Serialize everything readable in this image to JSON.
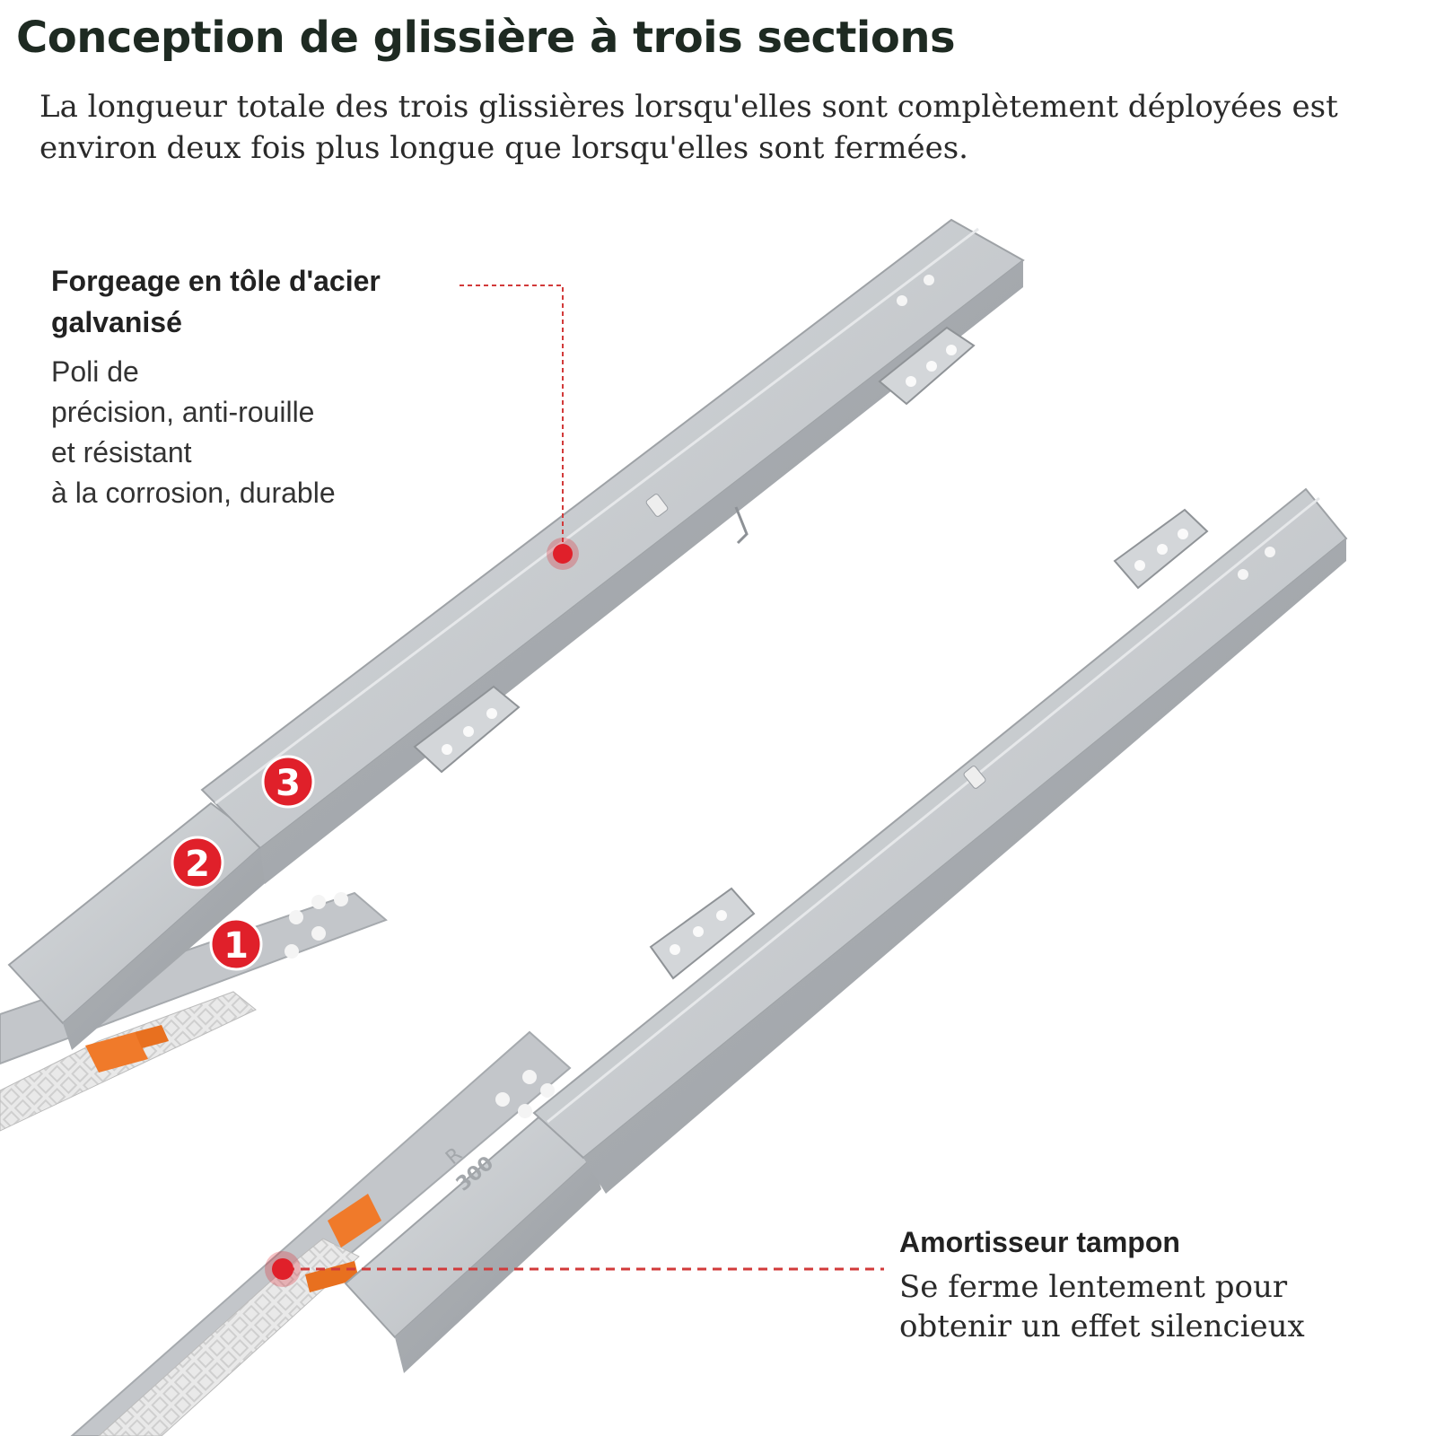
{
  "header": {
    "title": "Conception de glissière à trois sections",
    "subtitle_lines": [
      "La longueur totale des trois glissières lorsqu'elles sont complètement déployées est",
      "environ deux fois plus longue que lorsqu'elles sont fermées."
    ]
  },
  "callouts": {
    "material": {
      "title_lines": [
        "Forgeage en tôle d'acier",
        "galvanisé"
      ],
      "body_lines": [
        "Poli de",
        "précision, anti-rouille",
        "et résistant",
        "à la corrosion, durable"
      ]
    },
    "damper": {
      "title": "Amortisseur tampon",
      "body_lines": [
        "Se ferme lentement pour",
        "obtenir un effet silencieux"
      ]
    }
  },
  "section_badges": [
    "1",
    "2",
    "3"
  ],
  "rail_stamp": {
    "line1": "R",
    "line2": "300"
  },
  "colors": {
    "steel": "#c7cacd",
    "steel_dark": "#a9adb1",
    "accent_red": "#e0202a",
    "buffer_orange": "#f07a2a",
    "guide_line": "#d23a3a",
    "title_text": "#1e2a22"
  },
  "icons": [
    "red-dot-marker",
    "numbered-badge"
  ]
}
